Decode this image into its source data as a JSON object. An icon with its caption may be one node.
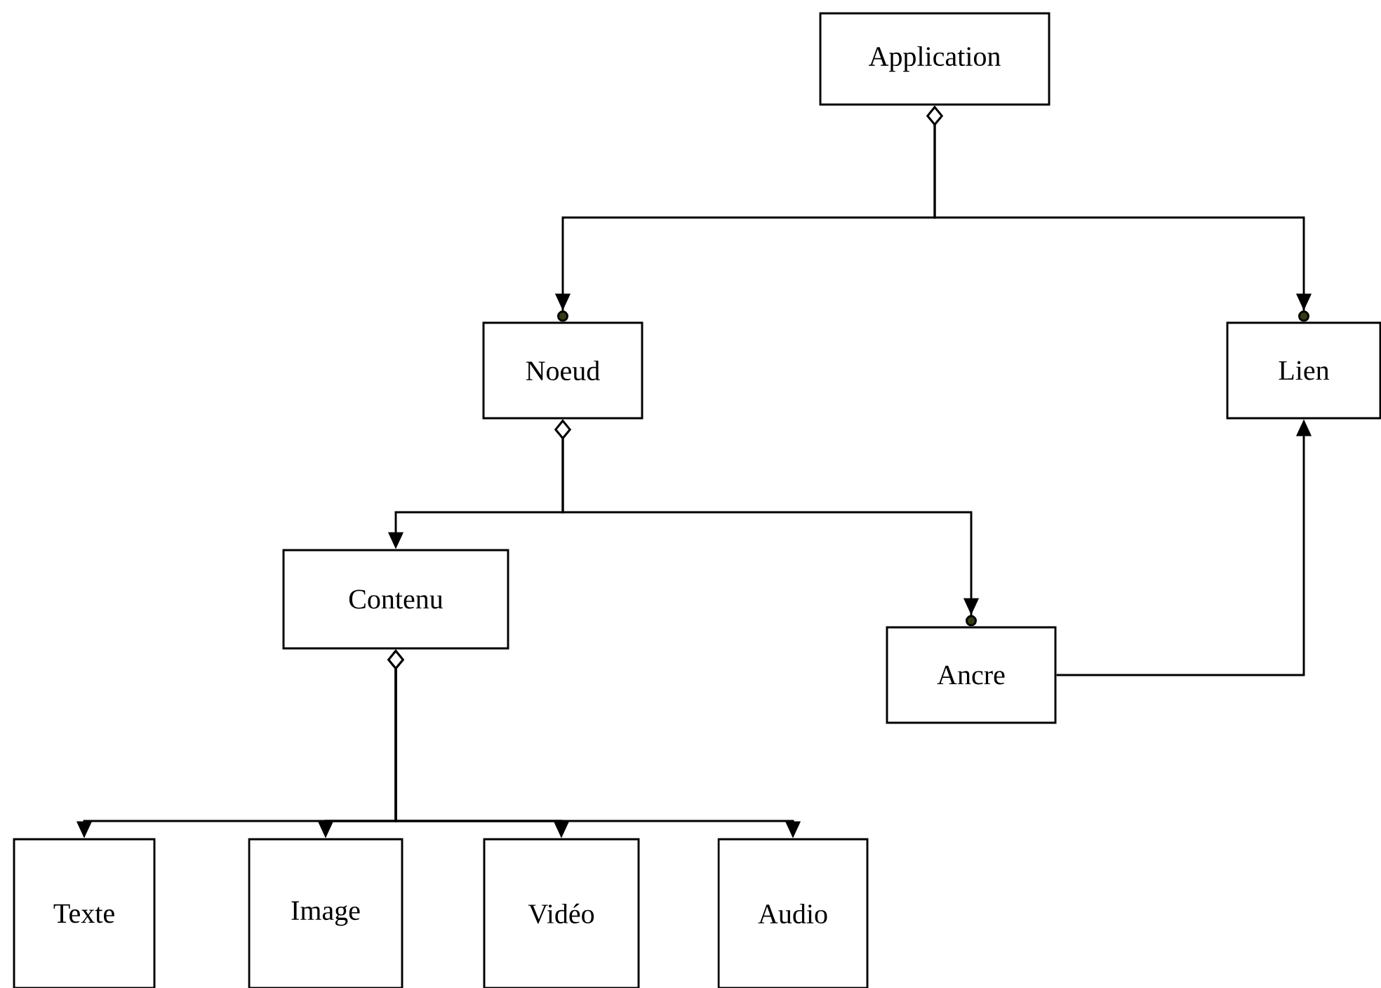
{
  "diagram": {
    "nodes": [
      {
        "text": [
          "Application"
        ]
      },
      {
        "text": [
          "Noeud"
        ]
      },
      {
        "text": [
          "Lien"
        ]
      },
      {
        "text": [
          "Contenu"
        ]
      },
      {
        "text": [
          "Ancre"
        ]
      },
      {
        "text": [
          "Texte"
        ]
      },
      {
        "text": [
          "Image"
        ]
      },
      {
        "text": [
          "Vidéo"
        ]
      },
      {
        "text": [
          "Audio"
        ]
      }
    ],
    "edges": [
      {
        "from": 0,
        "to": 1,
        "arrow": "to"
      },
      {
        "from": 0,
        "to": 2,
        "arrow": "to"
      },
      {
        "from": 1,
        "to": 3,
        "arrow": "to"
      },
      {
        "from": 1,
        "to": 4,
        "arrow": "to"
      },
      {
        "from": 3,
        "to": 5,
        "arrow": "to"
      },
      {
        "from": 3,
        "to": 6,
        "arrow": "to"
      },
      {
        "from": 3,
        "to": 7,
        "arrow": "to"
      },
      {
        "from": 3,
        "to": 8,
        "arrow": "to"
      },
      {
        "from": 4,
        "to": 2,
        "arrow": "to"
      }
    ]
  }
}
